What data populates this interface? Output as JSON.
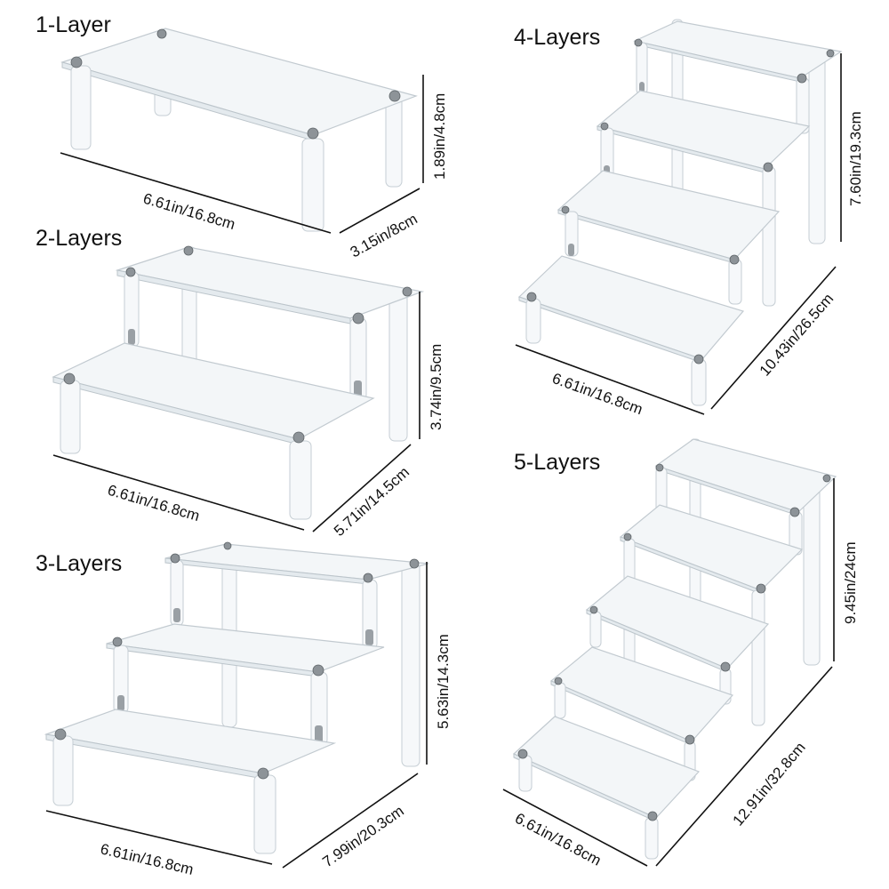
{
  "products": [
    {
      "id": "1-layer",
      "title": "1-Layer",
      "dims": {
        "width": "6.61in/16.8cm",
        "depth": "3.15in/8cm",
        "height": "1.89in/4.8cm"
      },
      "layers": 1
    },
    {
      "id": "2-layers",
      "title": "2-Layers",
      "dims": {
        "width": "6.61in/16.8cm",
        "depth": "5.71in/14.5cm",
        "height": "3.74in/9.5cm"
      },
      "layers": 2
    },
    {
      "id": "3-layers",
      "title": "3-Layers",
      "dims": {
        "width": "6.61in/16.8cm",
        "depth": "7.99in/20.3cm",
        "height": "5.63in/14.3cm"
      },
      "layers": 3
    },
    {
      "id": "4-layers",
      "title": "4-Layers",
      "dims": {
        "width": "6.61in/16.8cm",
        "depth": "10.43in/26.5cm",
        "height": "7.60in/19.3cm"
      },
      "layers": 4
    },
    {
      "id": "5-layers",
      "title": "5-Layers",
      "dims": {
        "width": "6.61in/16.8cm",
        "depth": "12.91in/32.8cm",
        "height": "9.45in/24cm"
      },
      "layers": 5
    }
  ],
  "colors": {
    "acrylic": "#f3f6f8",
    "edge": "#c2cad0",
    "screw": "#8d9398",
    "text": "#111111"
  }
}
